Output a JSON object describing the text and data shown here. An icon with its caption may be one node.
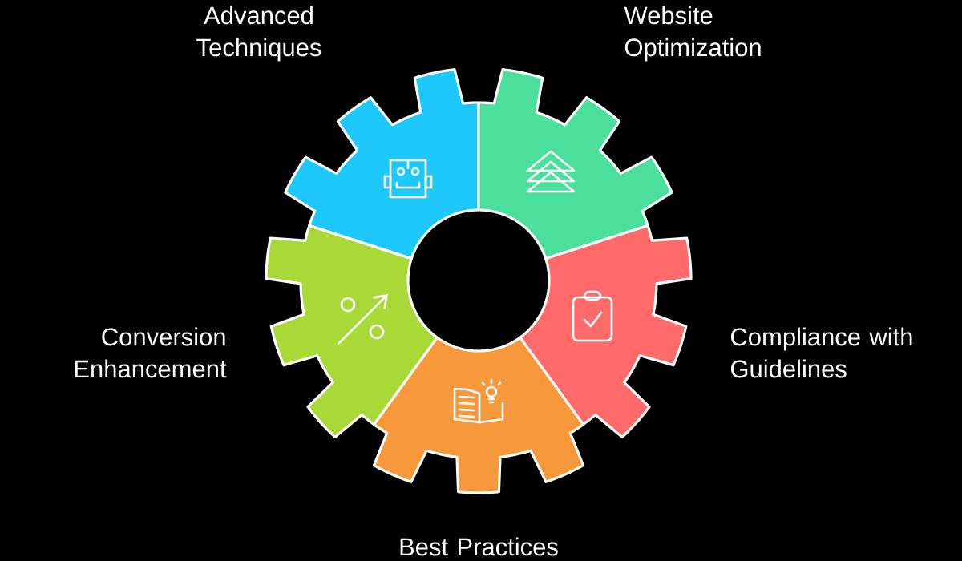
{
  "diagram": {
    "nodes": [
      {
        "text": [
          "Advanced Techniques"
        ]
      },
      {
        "text": [
          "Website Optimization"
        ]
      },
      {
        "text": [
          "Compliance with Guidelines"
        ]
      },
      {
        "text": [
          "Best Practices"
        ]
      },
      {
        "text": [
          "Conversion Enhancement"
        ]
      }
    ]
  }
}
